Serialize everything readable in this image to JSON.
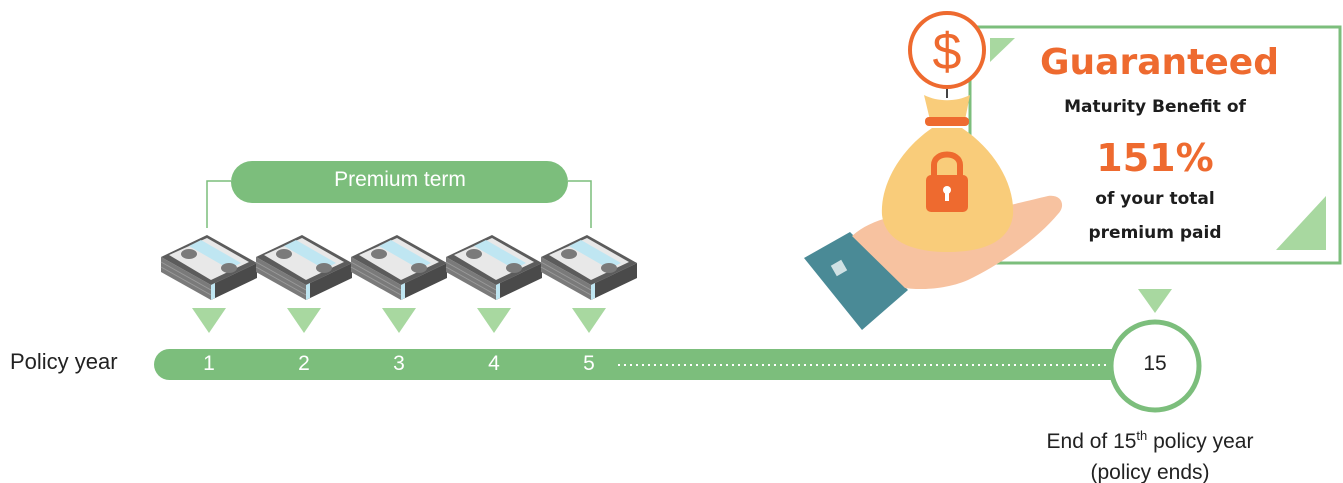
{
  "axis_label": "Policy year",
  "premium_term_label": "Premium term",
  "years": [
    "1",
    "2",
    "3",
    "4",
    "5"
  ],
  "end_year": "15",
  "caption": {
    "prefix": "End of 15",
    "sup": "th",
    "suffix": " policy year",
    "line2": "(policy ends)"
  },
  "benefit": {
    "headline": "Guaranteed",
    "line1": "Maturity Benefit of",
    "percent": "151%",
    "line2": "of your total",
    "line3": "premium paid"
  },
  "icons": [
    "cash-stack-icon",
    "down-triangle-icon",
    "money-bag-icon",
    "dollar-icon",
    "padlock-icon",
    "hand-icon"
  ],
  "colors": {
    "green": "#7cbe7c",
    "light_green": "#a8d8a0",
    "orange": "#ee6a2f",
    "bag": "#f9cc7a",
    "sleeve": "#4a8a96"
  }
}
